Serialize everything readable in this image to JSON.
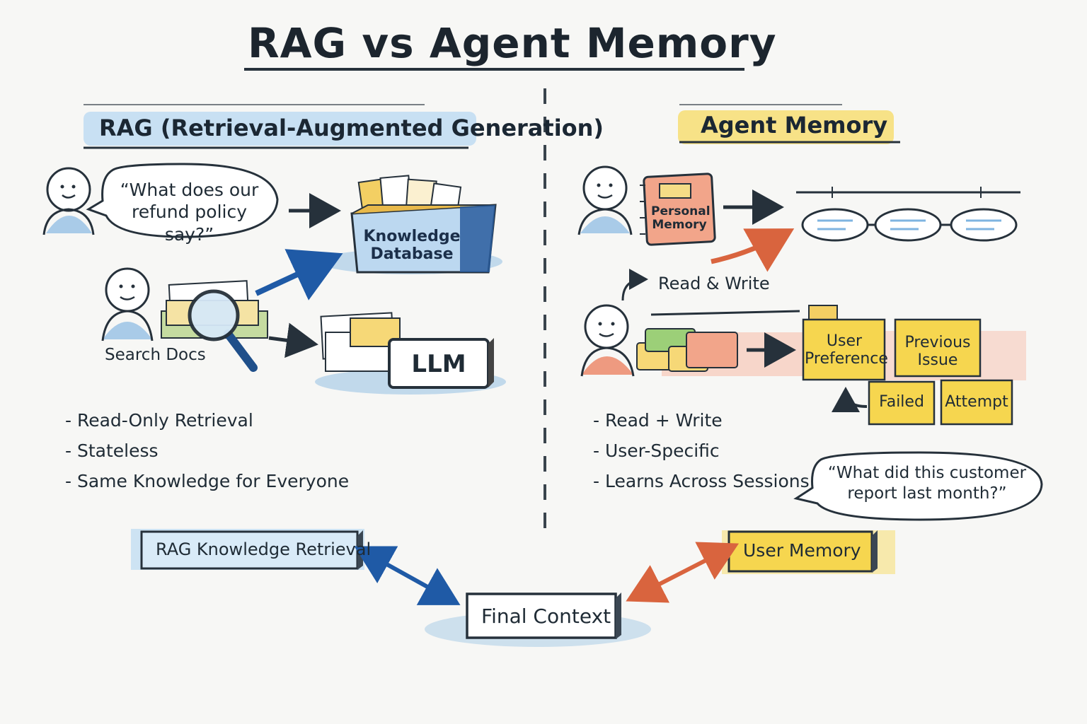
{
  "title": "RAG vs  Agent Memory",
  "rag": {
    "heading": "RAG (Retrieval-Augmented Generation)",
    "question": "“What does our refund policy say?”",
    "database_label": "Knowledge Database",
    "search_label": "Search Docs",
    "llm_label": "LLM",
    "bullets": [
      "- Read-Only Retrieval",
      "- Stateless",
      "- Same Knowledge for Everyone"
    ],
    "output_label": "RAG Knowledge Retrieval"
  },
  "memory": {
    "heading": "Agent Memory",
    "notebook_label": "Personal Memory",
    "read_write_label": "Read & Write",
    "notes": {
      "user_preference": "User Preference",
      "previous_issue": "Previous Issue",
      "failed": "Failed",
      "attempt": "Attempt"
    },
    "bullets": [
      "- Read + Write",
      "- User-Specific",
      "- Learns Across Sessions"
    ],
    "question": "“What did this customer report last month?”",
    "output_label": "User Memory"
  },
  "final_context_label": "Final Context",
  "colors": {
    "rag_accent": "#3d7bc8",
    "memory_accent": "#f2c94c",
    "orange_accent": "#e0734f",
    "ink": "#1f2b35"
  }
}
